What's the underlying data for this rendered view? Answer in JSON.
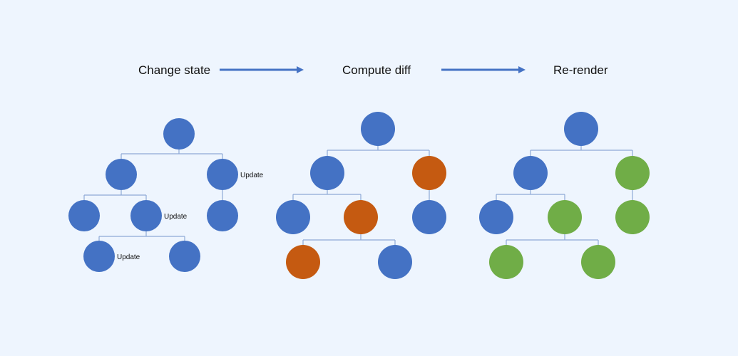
{
  "steps": [
    {
      "label": "Change state"
    },
    {
      "label": "Compute diff"
    },
    {
      "label": "Re-render"
    }
  ],
  "update_label": "Update",
  "colors": {
    "background": "#EEF5FE",
    "arrow": "#4472C4",
    "line": "#8EA9D6",
    "unchanged": "#4472C4",
    "diff": "#C55A11",
    "rerendered": "#70AD47"
  },
  "trees": [
    {
      "name": "change-state-tree",
      "nodes": [
        {
          "id": "root",
          "parent": null,
          "status": "unchanged",
          "update": false
        },
        {
          "id": "a",
          "parent": "root",
          "status": "unchanged",
          "update": false
        },
        {
          "id": "b",
          "parent": "root",
          "status": "unchanged",
          "update": true
        },
        {
          "id": "a1",
          "parent": "a",
          "status": "unchanged",
          "update": false
        },
        {
          "id": "a2",
          "parent": "a",
          "status": "unchanged",
          "update": true
        },
        {
          "id": "b1",
          "parent": "b",
          "status": "unchanged",
          "update": false
        },
        {
          "id": "a2x",
          "parent": "a2",
          "status": "unchanged",
          "update": true
        },
        {
          "id": "a2y",
          "parent": "a2",
          "status": "unchanged",
          "update": false
        }
      ]
    },
    {
      "name": "compute-diff-tree",
      "nodes": [
        {
          "id": "root",
          "parent": null,
          "status": "unchanged",
          "update": false
        },
        {
          "id": "a",
          "parent": "root",
          "status": "unchanged",
          "update": false
        },
        {
          "id": "b",
          "parent": "root",
          "status": "diff",
          "update": false
        },
        {
          "id": "a1",
          "parent": "a",
          "status": "unchanged",
          "update": false
        },
        {
          "id": "a2",
          "parent": "a",
          "status": "diff",
          "update": false
        },
        {
          "id": "b1",
          "parent": "b",
          "status": "unchanged",
          "update": false
        },
        {
          "id": "a2x",
          "parent": "a2",
          "status": "diff",
          "update": false
        },
        {
          "id": "a2y",
          "parent": "a2",
          "status": "unchanged",
          "update": false
        }
      ]
    },
    {
      "name": "re-render-tree",
      "nodes": [
        {
          "id": "root",
          "parent": null,
          "status": "unchanged",
          "update": false
        },
        {
          "id": "a",
          "parent": "root",
          "status": "unchanged",
          "update": false
        },
        {
          "id": "b",
          "parent": "root",
          "status": "rerendered",
          "update": false
        },
        {
          "id": "a1",
          "parent": "a",
          "status": "unchanged",
          "update": false
        },
        {
          "id": "a2",
          "parent": "a",
          "status": "rerendered",
          "update": false
        },
        {
          "id": "b1",
          "parent": "b",
          "status": "rerendered",
          "update": false
        },
        {
          "id": "a2x",
          "parent": "a2",
          "status": "rerendered",
          "update": false
        },
        {
          "id": "a2y",
          "parent": "a2",
          "status": "rerendered",
          "update": false
        }
      ]
    }
  ]
}
